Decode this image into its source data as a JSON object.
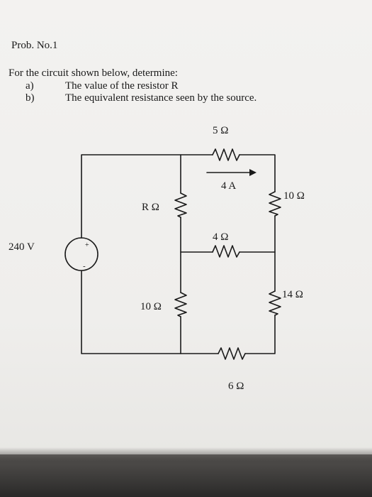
{
  "problem": {
    "title": "Prob. No.1",
    "intro": "For the circuit shown below, determine:",
    "items": [
      {
        "label": "a)",
        "text": "The value of the resistor R"
      },
      {
        "label": "b)",
        "text": "The equivalent resistance seen by the source."
      }
    ]
  },
  "circuit": {
    "source_label": "240 V",
    "source_plus": "+",
    "source_minus": "-",
    "r_top": "5 Ω",
    "current": "4 A",
    "r_right_top": "10 Ω",
    "r_unknown": "R Ω",
    "r_middle": "4 Ω",
    "r_left_bottom": "10 Ω",
    "r_right_bottom": "14 Ω",
    "r_bottom": "6 Ω"
  }
}
